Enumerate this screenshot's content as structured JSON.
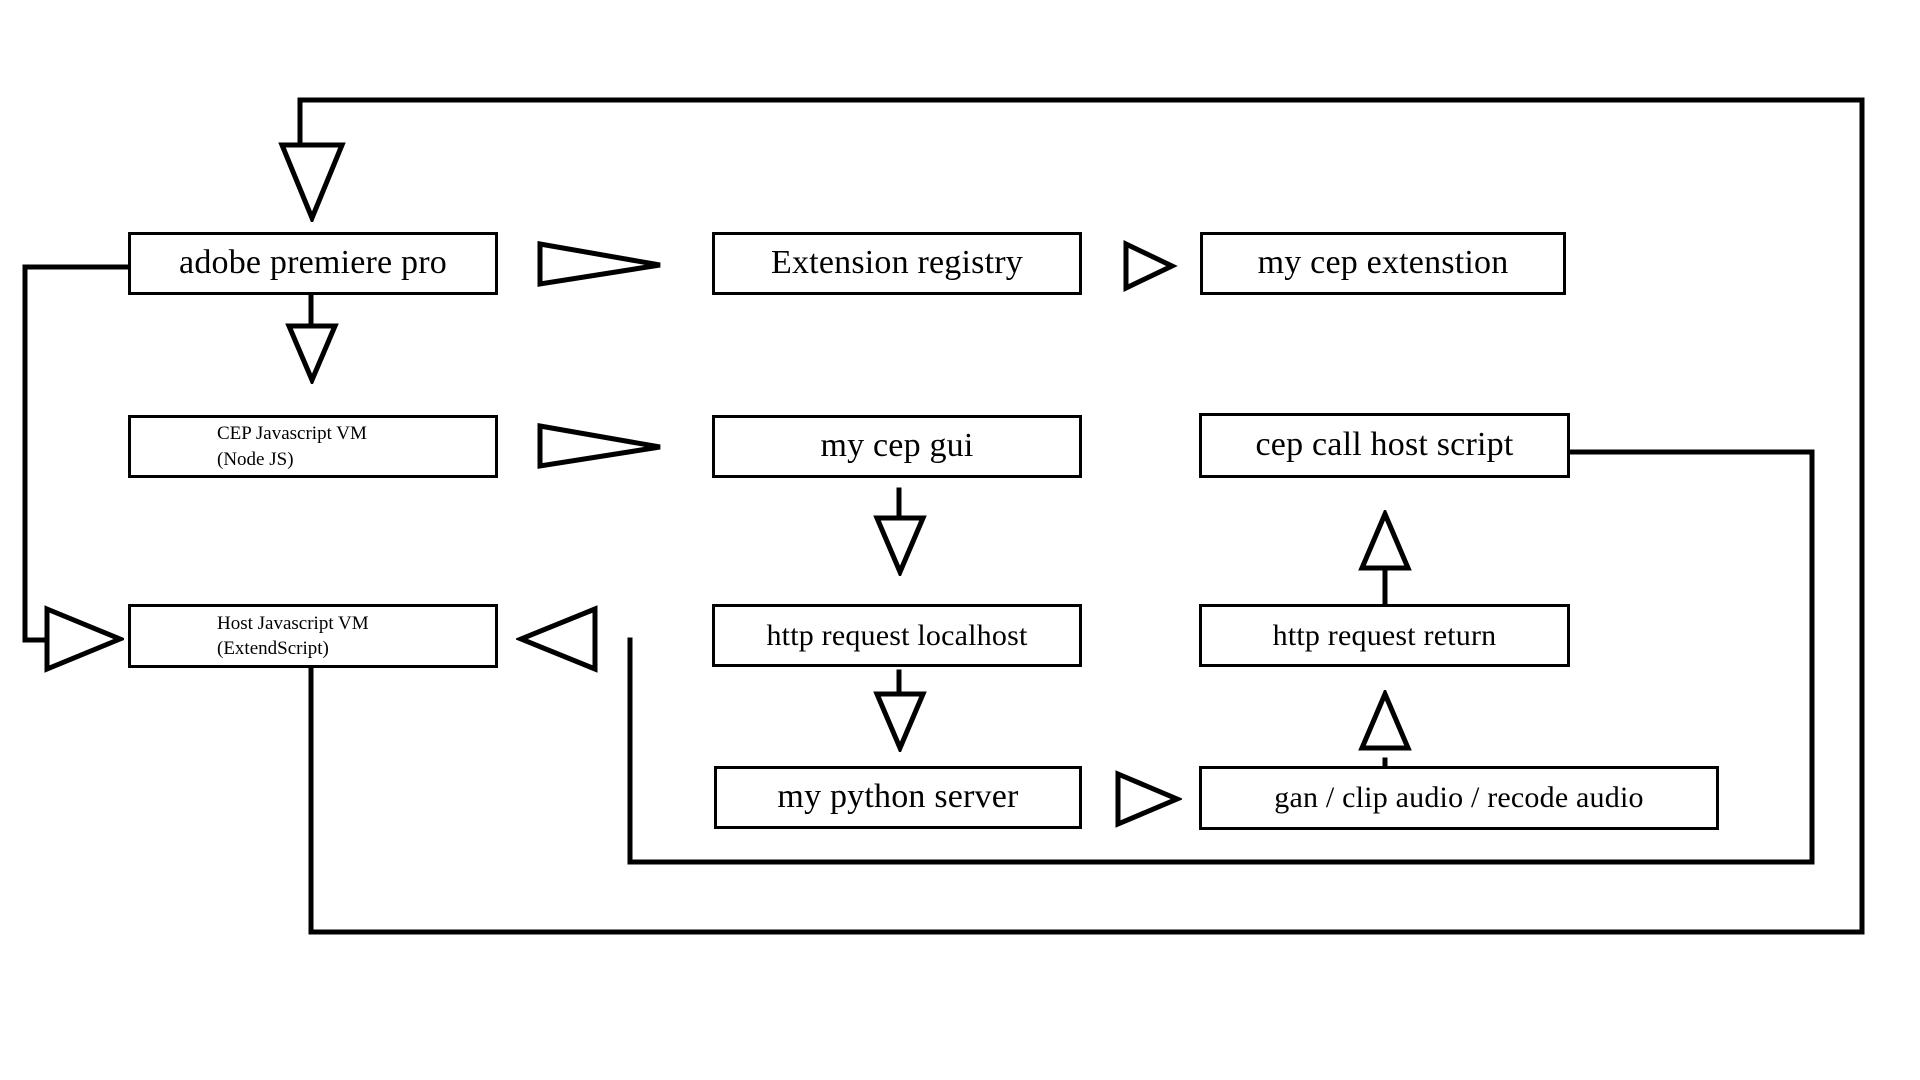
{
  "diagram": {
    "title": "Adobe Premiere Pro CEP extension architecture flow",
    "type": "flowchart",
    "background_color": "#ffffff",
    "stroke_color": "#000000",
    "nodes": [
      {
        "id": "adobe-premiere-pro",
        "label": "adobe premiere pro"
      },
      {
        "id": "extension-registry",
        "label": "Extension registry"
      },
      {
        "id": "my-cep-extenstion",
        "label": "my cep extenstion"
      },
      {
        "id": "cep-javascript-vm",
        "label": "CEP Javascript VM\n(Node JS)"
      },
      {
        "id": "my-cep-gui",
        "label": "my cep gui"
      },
      {
        "id": "cep-call-host-script",
        "label": "cep call host script"
      },
      {
        "id": "host-javascript-vm",
        "label": "Host Javascript VM\n(ExtendScript)"
      },
      {
        "id": "http-request-localhost",
        "label": "http request localhost"
      },
      {
        "id": "http-request-return",
        "label": "http request return"
      },
      {
        "id": "my-python-server",
        "label": "my python server"
      },
      {
        "id": "gan-clip-recode",
        "label": "gan / clip audio / recode audio"
      }
    ],
    "arrows": [
      {
        "id": "arrow-into-adobe-premiere-pro",
        "direction": "down",
        "from": "my-cep-extenstion",
        "to": "adobe-premiere-pro"
      },
      {
        "id": "arrow-premiere-to-registry",
        "direction": "right",
        "from": "adobe-premiere-pro",
        "to": "extension-registry"
      },
      {
        "id": "arrow-registry-to-extension",
        "direction": "right",
        "from": "extension-registry",
        "to": "my-cep-extenstion"
      },
      {
        "id": "arrow-premiere-to-cep-vm",
        "direction": "down",
        "from": "adobe-premiere-pro",
        "to": "cep-javascript-vm"
      },
      {
        "id": "arrow-cep-vm-to-gui",
        "direction": "right",
        "from": "cep-javascript-vm",
        "to": "my-cep-gui"
      },
      {
        "id": "arrow-gui-to-http-request",
        "direction": "down",
        "from": "my-cep-gui",
        "to": "http-request-localhost"
      },
      {
        "id": "arrow-http-request-to-python",
        "direction": "down",
        "from": "http-request-localhost",
        "to": "my-python-server"
      },
      {
        "id": "arrow-python-to-gan",
        "direction": "right",
        "from": "my-python-server",
        "to": "gan-clip-recode"
      },
      {
        "id": "arrow-gan-to-http-return",
        "direction": "up",
        "from": "gan-clip-recode",
        "to": "http-request-return"
      },
      {
        "id": "arrow-http-return-to-call-host",
        "direction": "up",
        "from": "http-request-return",
        "to": "cep-call-host-script"
      },
      {
        "id": "arrow-into-host-vm-left",
        "direction": "right",
        "from": "adobe-premiere-pro",
        "to": "host-javascript-vm"
      },
      {
        "id": "arrow-into-host-vm-right",
        "direction": "left",
        "from": "my-python-server",
        "to": "host-javascript-vm"
      }
    ]
  }
}
